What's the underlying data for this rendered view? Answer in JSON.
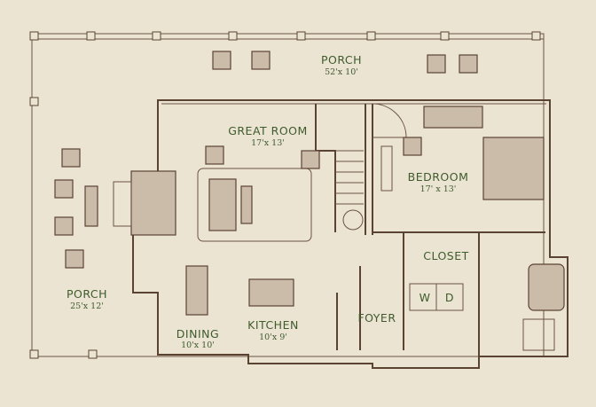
{
  "rooms": {
    "porch_top": {
      "name": "PORCH",
      "size": "52'x 10'"
    },
    "great_room": {
      "name": "GREAT ROOM",
      "size": "17'x 13'"
    },
    "bedroom": {
      "name": "BEDROOM",
      "size": "17' x 13'"
    },
    "closet": {
      "name": "CLOSET"
    },
    "washer": {
      "name": "W"
    },
    "dryer": {
      "name": "D"
    },
    "porch_left": {
      "name": "PORCH",
      "size": "25'x 12'"
    },
    "dining": {
      "name": "DINING",
      "size": "10'x 10'"
    },
    "kitchen": {
      "name": "KITCHEN",
      "size": "10'x 9'"
    },
    "foyer": {
      "name": "FOYER"
    }
  },
  "colors": {
    "paper": "#ebe4d3",
    "interior": "#f5f0e4",
    "ink": "#5b4332",
    "label": "#3f5b2c"
  }
}
